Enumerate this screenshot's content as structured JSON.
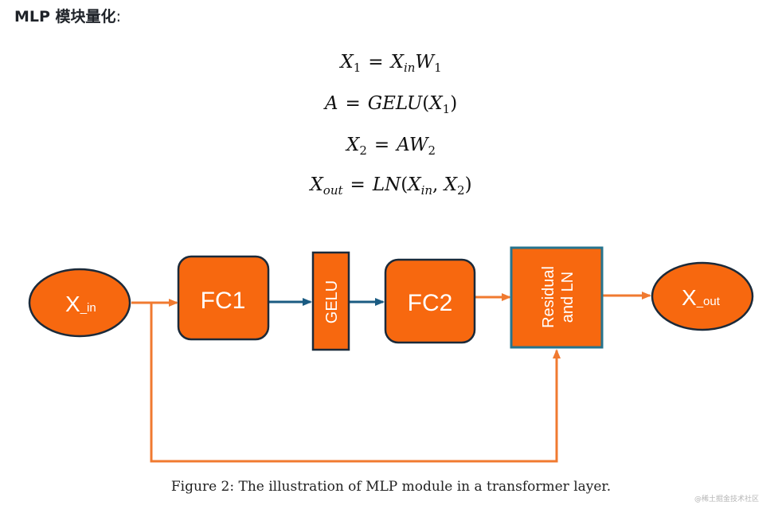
{
  "heading": {
    "title": "MLP 模块量化",
    "colon": ":"
  },
  "equations": {
    "eq1": {
      "lhs_base": "X",
      "lhs_sub": "1",
      "equals": "=",
      "r1_base": "X",
      "r1_sub": "in",
      "r2_base": "W",
      "r2_sub": "1"
    },
    "eq2": {
      "lhs": "A",
      "equals": "=",
      "func": "GELU",
      "open": "(",
      "arg_base": "X",
      "arg_sub": "1",
      "close": ")"
    },
    "eq3": {
      "lhs_base": "X",
      "lhs_sub": "2",
      "equals": "=",
      "r_base": "AW",
      "r_sub": "2"
    },
    "eq4": {
      "lhs_base": "X",
      "lhs_sub": "out",
      "equals": "=",
      "func": "LN",
      "open": "(",
      "a_base": "X",
      "a_sub": "in",
      "comma": ",",
      "b_base": "X",
      "b_sub": "2",
      "close": ")"
    }
  },
  "diagram": {
    "input_label": "X",
    "input_sub": "_in",
    "fc1_label": "FC1",
    "gelu_label": "GELU",
    "fc2_label": "FC2",
    "residual_line1": "Residual",
    "residual_line2": "and LN",
    "output_label": "X",
    "output_sub": "_out",
    "colors": {
      "node_fill": "#f7680f",
      "node_stroke": "#1b2a3a",
      "orange_arrow": "#f07a30",
      "blue_arrow": "#1a5b82",
      "residual_stroke": "#26748e"
    }
  },
  "caption": "Figure 2: The illustration of MLP module in a transformer layer.",
  "watermark": "@稀土掘金技术社区"
}
